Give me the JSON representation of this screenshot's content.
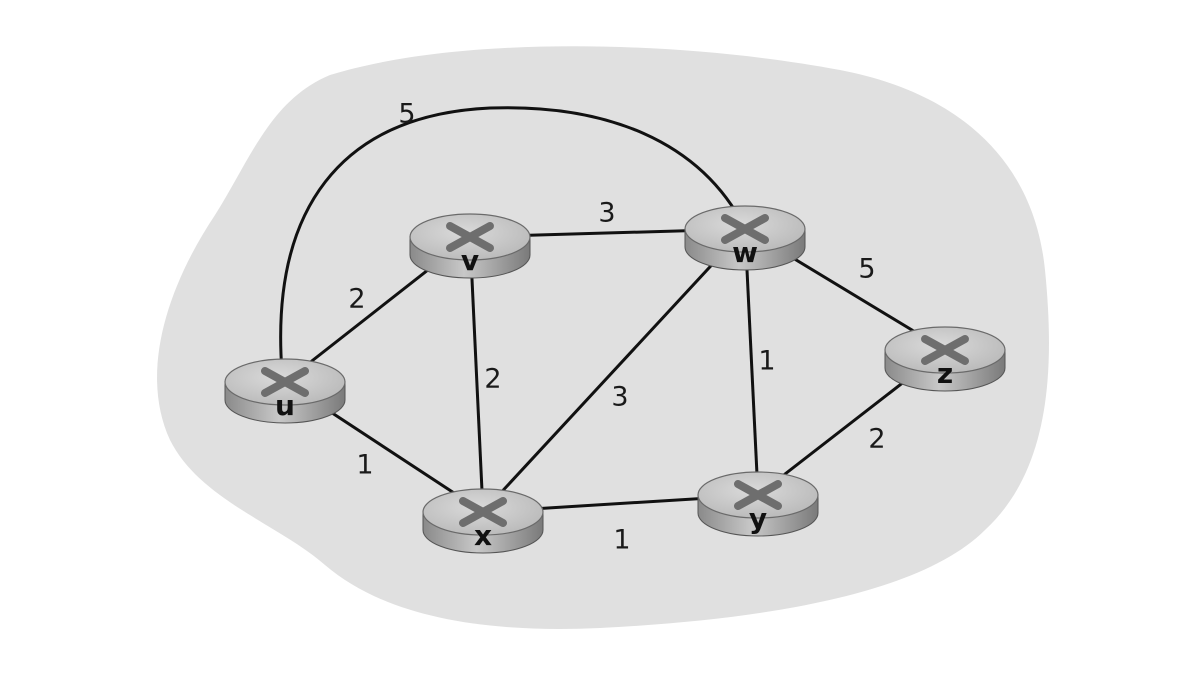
{
  "nodes": [
    {
      "id": "u",
      "label": "u"
    },
    {
      "id": "v",
      "label": "v"
    },
    {
      "id": "w",
      "label": "w"
    },
    {
      "id": "x",
      "label": "x"
    },
    {
      "id": "y",
      "label": "y"
    },
    {
      "id": "z",
      "label": "z"
    }
  ],
  "edges": [
    {
      "id": "u-w",
      "from": "u",
      "to": "w",
      "weight": "5"
    },
    {
      "id": "u-v",
      "from": "u",
      "to": "v",
      "weight": "2"
    },
    {
      "id": "u-x",
      "from": "u",
      "to": "x",
      "weight": "1"
    },
    {
      "id": "v-w",
      "from": "v",
      "to": "w",
      "weight": "3"
    },
    {
      "id": "v-x",
      "from": "v",
      "to": "x",
      "weight": "2"
    },
    {
      "id": "x-w",
      "from": "x",
      "to": "w",
      "weight": "3"
    },
    {
      "id": "w-y",
      "from": "w",
      "to": "y",
      "weight": "1"
    },
    {
      "id": "w-z",
      "from": "w",
      "to": "z",
      "weight": "5"
    },
    {
      "id": "x-y",
      "from": "x",
      "to": "y",
      "weight": "1"
    },
    {
      "id": "y-z",
      "from": "y",
      "to": "z",
      "weight": "2"
    }
  ],
  "colors": {
    "cloud": "#e0e0e0",
    "router_top": "#c4c4c4",
    "router_side": "#9a9a9a",
    "router_x": "#6e6e6e",
    "edge": "#111111"
  }
}
